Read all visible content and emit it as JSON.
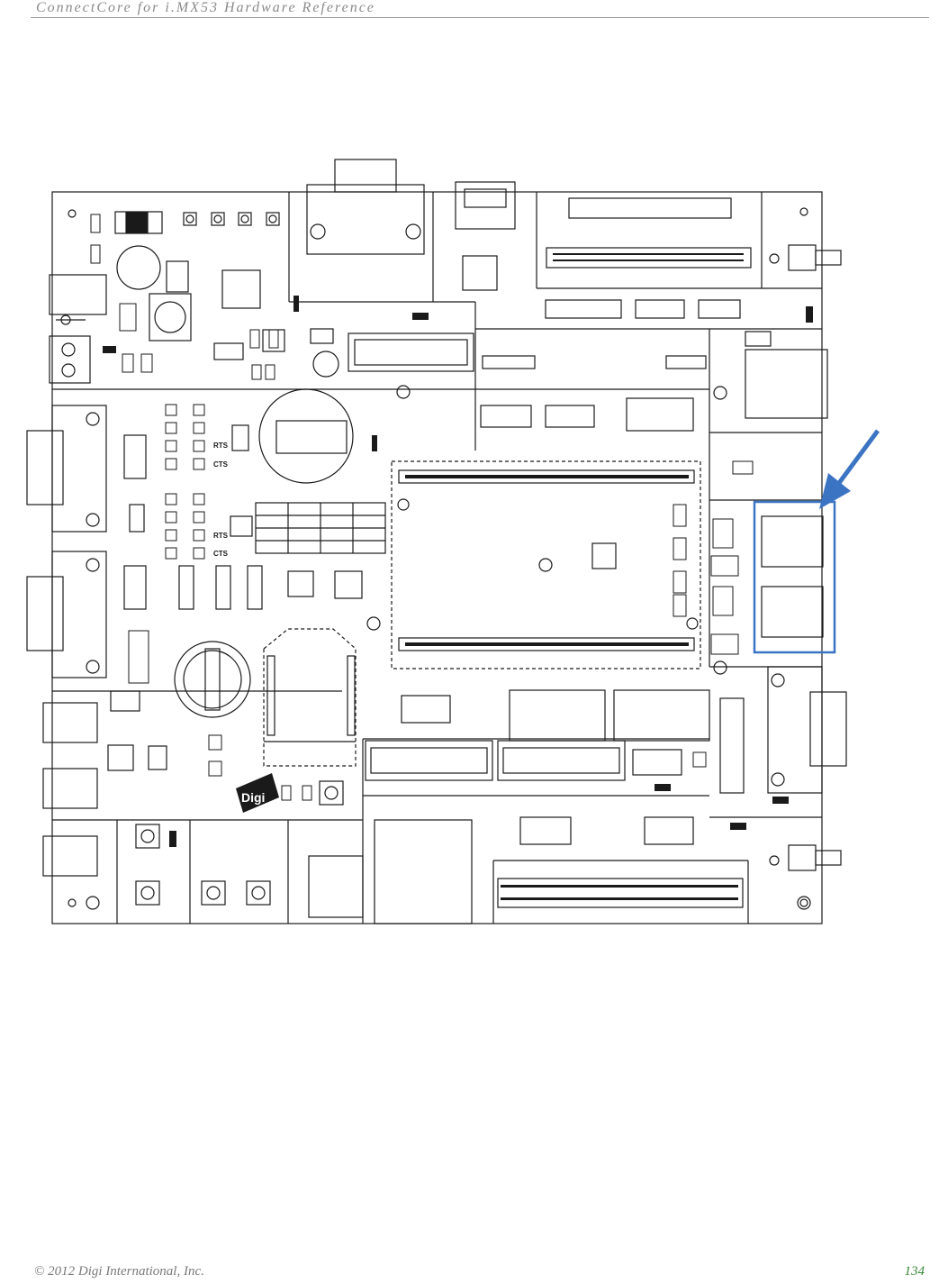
{
  "header": {
    "title": "ConnectCore for i.MX53 Hardware Reference"
  },
  "figure": {
    "silkscreen": {
      "rts": "RTS",
      "cts": "CTS"
    },
    "logo_text": "Digi",
    "colors": {
      "line": "#1a1a1a",
      "highlight": "#3c74c4"
    }
  },
  "footer": {
    "copyright": "© 2012 Digi International, Inc.",
    "page_number": "134",
    "page_number_color": "#3a8a3a"
  }
}
